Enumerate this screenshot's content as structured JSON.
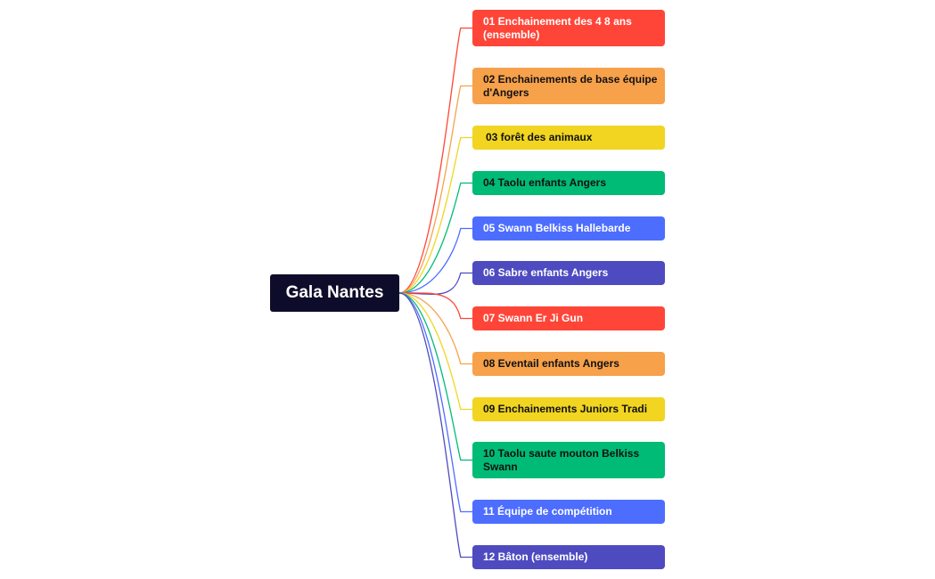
{
  "root": {
    "label": "Gala Nantes",
    "background": "#0d0d2b",
    "text_color": "#ffffff"
  },
  "branches": [
    {
      "label": "01 Enchainement des 4 8 ans (ensemble)",
      "color": "#ff4538",
      "text_color": "#ffffff"
    },
    {
      "label": "02 Enchainements de base équipe d'Angers",
      "color": "#f7a14b",
      "text_color": "#111111"
    },
    {
      "label": "03 forêt des animaux",
      "color": "#f1d521",
      "text_color": "#111111"
    },
    {
      "label": "04 Taolu enfants Angers",
      "color": "#00bb76",
      "text_color": "#111111"
    },
    {
      "label": "05 Swann Belkiss Hallebarde",
      "color": "#4d6dff",
      "text_color": "#ffffff"
    },
    {
      "label": "06 Sabre enfants Angers",
      "color": "#4e4bc1",
      "text_color": "#ffffff"
    },
    {
      "label": "07 Swann Er Ji Gun",
      "color": "#ff4538",
      "text_color": "#ffffff"
    },
    {
      "label": "08 Eventail enfants Angers",
      "color": "#f7a14b",
      "text_color": "#111111"
    },
    {
      "label": "09 Enchainements Juniors Tradi",
      "color": "#f1d521",
      "text_color": "#111111"
    },
    {
      "label": "10 Taolu saute mouton Belkiss Swann",
      "color": "#00bb76",
      "text_color": "#111111"
    },
    {
      "label": "11 Équipe de compétition",
      "color": "#4d6dff",
      "text_color": "#ffffff"
    },
    {
      "label": "12 Bâton (ensemble)",
      "color": "#4e4bc1",
      "text_color": "#ffffff"
    }
  ]
}
